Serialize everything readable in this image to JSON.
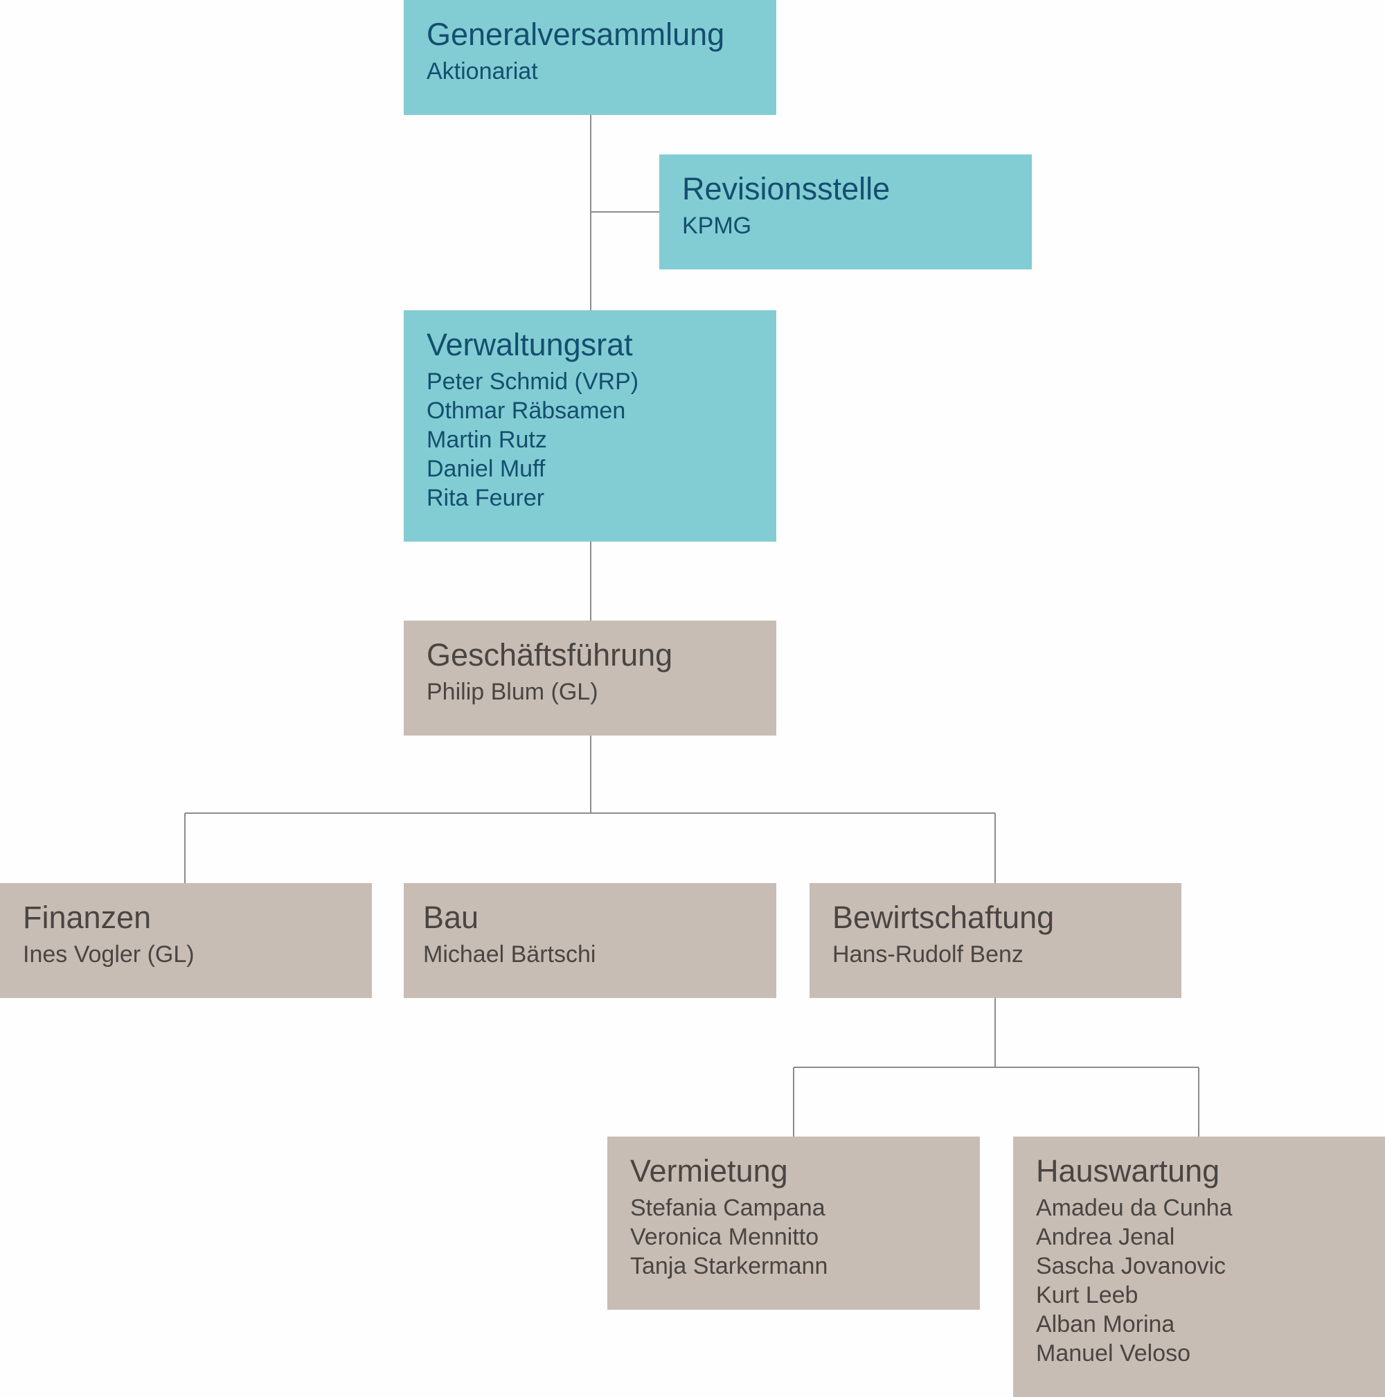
{
  "colors": {
    "governance_fill": "#82cdd3",
    "governance_text": "#134e6f",
    "management_fill": "#c7bdb4",
    "management_text": "#4a4542",
    "connector": "#8c8c8c"
  },
  "nodes": {
    "generalversammlung": {
      "title": "Generalversammlung",
      "lines": [
        "Aktionariat"
      ]
    },
    "revisionsstelle": {
      "title": "Revisionsstelle",
      "lines": [
        "KPMG"
      ]
    },
    "verwaltungsrat": {
      "title": "Verwaltungsrat",
      "lines": [
        "Peter Schmid (VRP)",
        "Othmar Räbsamen",
        "Martin Rutz",
        "Daniel Muff",
        "Rita Feurer"
      ]
    },
    "geschaeftsfuehrung": {
      "title": "Geschäftsführung",
      "lines": [
        "Philip Blum (GL)"
      ]
    },
    "finanzen": {
      "title": "Finanzen",
      "lines": [
        "Ines Vogler (GL)"
      ]
    },
    "bau": {
      "title": "Bau",
      "lines": [
        "Michael Bärtschi"
      ]
    },
    "bewirtschaftung": {
      "title": "Bewirtschaftung",
      "lines": [
        "Hans-Rudolf Benz"
      ]
    },
    "vermietung": {
      "title": "Vermietung",
      "lines": [
        "Stefania Campana",
        "Veronica Mennitto",
        "Tanja Starkermann"
      ]
    },
    "hauswartung": {
      "title": "Hauswartung",
      "lines": [
        "Amadeu da Cunha",
        "Andrea Jenal",
        "Sascha Jovanovic",
        "Kurt Leeb",
        "Alban Morina",
        "Manuel Veloso"
      ]
    }
  },
  "edges": [
    {
      "from": "generalversammlung",
      "to": "verwaltungsrat"
    },
    {
      "from": "generalversammlung",
      "to": "revisionsstelle"
    },
    {
      "from": "verwaltungsrat",
      "to": "geschaeftsfuehrung"
    },
    {
      "from": "geschaeftsfuehrung",
      "to": "finanzen"
    },
    {
      "from": "geschaeftsfuehrung",
      "to": "bewirtschaftung"
    },
    {
      "from": "bewirtschaftung",
      "to": "vermietung"
    },
    {
      "from": "bewirtschaftung",
      "to": "hauswartung"
    }
  ]
}
